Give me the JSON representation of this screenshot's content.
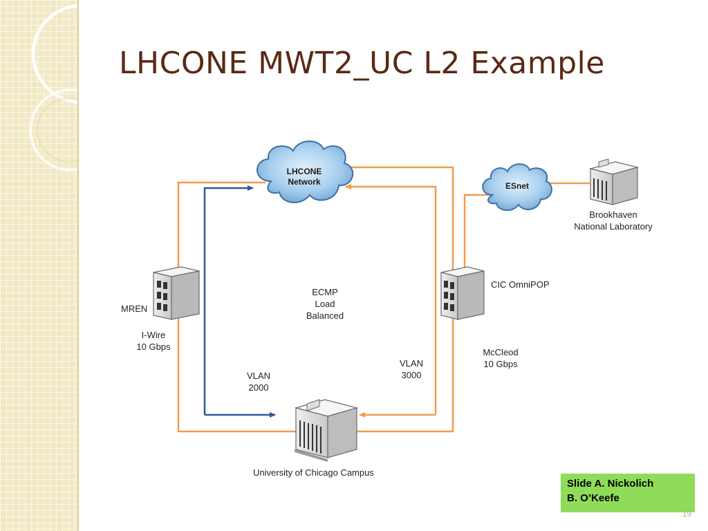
{
  "slide": {
    "title": "LHCONE MWT2_UC L2 Example",
    "page_number": "19",
    "credit": {
      "line1": "Slide A. Nickolich",
      "line2": "B. O’Keefe"
    }
  },
  "diagram": {
    "clouds": {
      "lhcone": {
        "line1": "LHCONE",
        "line2": "Network"
      },
      "esnet": {
        "label": "ESnet"
      }
    },
    "nodes": {
      "mren": "MREN",
      "cic": "CIC OmniPOP",
      "brookhaven": {
        "line1": "Brookhaven",
        "line2": "National Laboratory"
      },
      "uchicago": "University of Chicago Campus"
    },
    "links": {
      "iwire": {
        "line1": "I-Wire",
        "line2": "10 Gbps"
      },
      "mccleod": {
        "line1": "McCleod",
        "line2": "10 Gbps"
      },
      "vlan2000": {
        "line1": "VLAN",
        "line2": "2000"
      },
      "vlan3000": {
        "line1": "VLAN",
        "line2": "3000"
      },
      "ecmp": {
        "line1": "ECMP",
        "line2": "Load",
        "line3": "Balanced"
      }
    },
    "colors": {
      "orange_link": "#f39a4b",
      "blue_vlan": "#2e5a92",
      "title": "#5a2a14",
      "credit_bg": "#8fdc5a"
    }
  }
}
